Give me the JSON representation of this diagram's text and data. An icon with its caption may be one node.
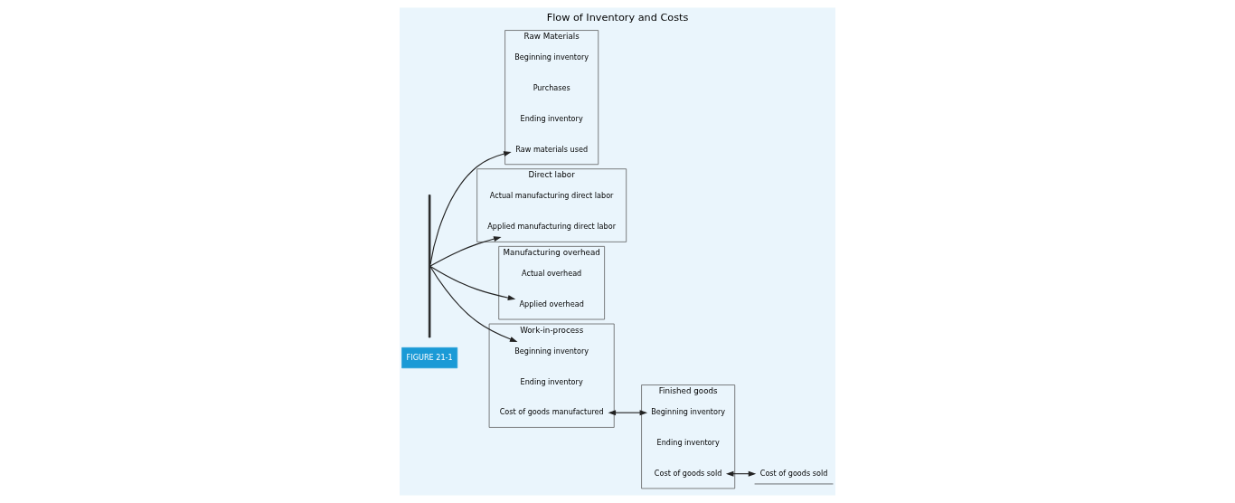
{
  "diagram": {
    "title": "Flow of Inventory and Costs",
    "nodes": [
      {
        "text": [
          "Raw Materials"
        ]
      },
      {
        "text": [
          "Beginning inventory"
        ],
        "in": 0
      },
      {
        "text": [
          "Purchases"
        ],
        "in": 0
      },
      {
        "text": [
          "Ending inventory"
        ],
        "in": 0
      },
      {
        "text": [
          "Raw materials used"
        ],
        "in": 0
      },
      {
        "text": [
          "Direct labor"
        ]
      },
      {
        "text": [
          "Actual manufacturing direct labor"
        ],
        "in": 5
      },
      {
        "text": [
          "Applied manufacturing direct labor"
        ],
        "in": 5
      },
      {
        "text": [
          "Manufacturing overhead"
        ]
      },
      {
        "text": [
          "Actual overhead"
        ],
        "in": 8
      },
      {
        "text": [
          "Applied overhead"
        ],
        "in": 8
      },
      {
        "text": [
          "Work-in-process"
        ]
      },
      {
        "text": [
          "Beginning inventory"
        ],
        "in": 11
      },
      {
        "text": [
          "Ending inventory"
        ],
        "in": 11
      },
      {
        "text": [
          "Cost of goods manufactured"
        ],
        "in": 11
      },
      {
        "text": [
          "Finished goods"
        ]
      },
      {
        "text": [
          "Beginning inventory"
        ],
        "in": 15
      },
      {
        "text": [
          "Ending inventory"
        ],
        "in": 15
      },
      {
        "text": [
          "Cost of goods sold"
        ],
        "in": 15
      },
      {
        "text": [
          "Cost of goods sold"
        ]
      },
      {
        "text": [],
        "shape": "bar"
      }
    ],
    "edges": [
      {
        "from": 20,
        "to": 4,
        "arrow": "to"
      },
      {
        "from": 20,
        "to": 7,
        "arrow": "to"
      },
      {
        "from": 20,
        "to": 10,
        "arrow": "to"
      },
      {
        "from": 20,
        "to": 12,
        "arrow": "to"
      },
      {
        "from": 14,
        "to": 16,
        "arrow": "both"
      },
      {
        "from": 18,
        "to": 19,
        "arrow": "both"
      }
    ],
    "labels": [
      "FIGURE 21-1"
    ]
  }
}
